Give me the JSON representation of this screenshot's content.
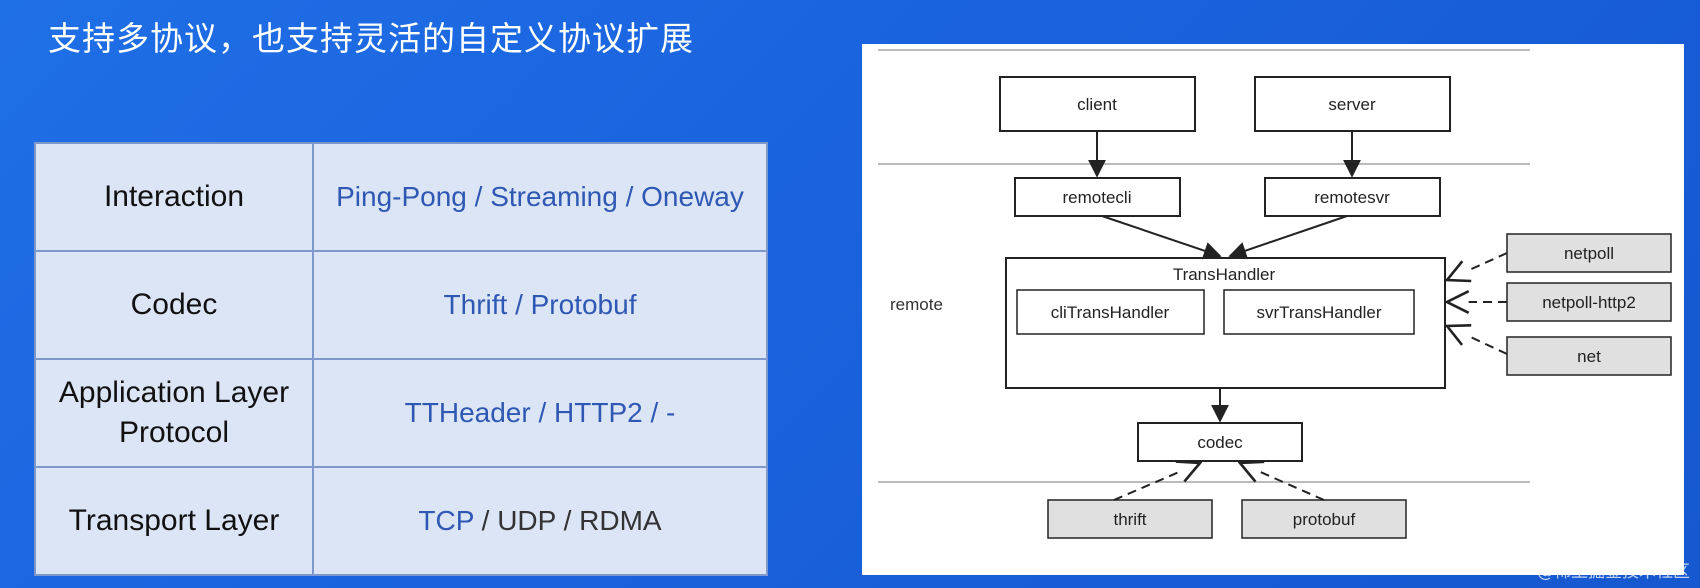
{
  "title": "支持多协议，也支持灵活的自定义协议扩展",
  "table": {
    "rows": [
      {
        "label": "Interaction",
        "value": "Ping-Pong / Streaming / Oneway"
      },
      {
        "label": "Codec",
        "value": "Thrift / Protobuf"
      },
      {
        "label": "Application Layer Protocol",
        "value": "TTHeader / HTTP2 / -"
      },
      {
        "label": "Transport Layer",
        "value_parts": [
          "TCP",
          "/ UDP / RDMA"
        ]
      }
    ]
  },
  "diagram": {
    "layer_label": "remote",
    "nodes": {
      "client": "client",
      "server": "server",
      "remotecli": "remotecli",
      "remotesvr": "remotesvr",
      "transhandler": "TransHandler",
      "clitranshandler": "cliTransHandler",
      "svrtranshandler": "svrTransHandler",
      "netpoll": "netpoll",
      "netpoll_http2": "netpoll-http2",
      "net": "net",
      "codec": "codec",
      "thrift": "thrift",
      "protobuf": "protobuf"
    },
    "colors": {
      "box_fill": "#ffffff",
      "impl_fill": "#e0e0e0",
      "stroke": "#222222"
    }
  },
  "watermark": "@稀土掘金技术社区"
}
